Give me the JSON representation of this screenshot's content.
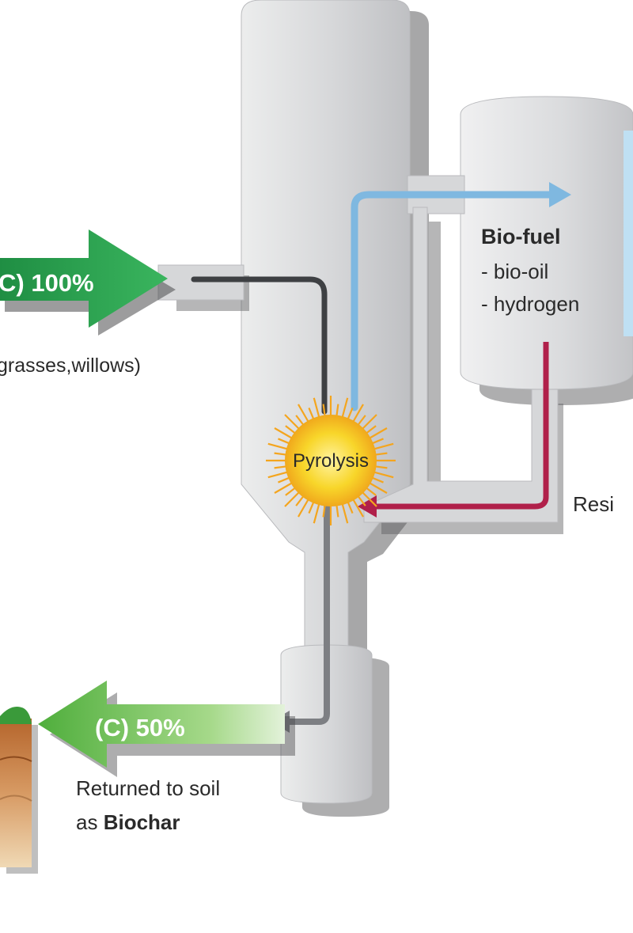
{
  "input_arrow": {
    "text": "C) 100%"
  },
  "input_caption": {
    "text": "grasses,willows)"
  },
  "reactor": {
    "label": "Pyrolysis"
  },
  "fuel_tank": {
    "title": "Bio-fuel",
    "items": [
      "- bio-oil",
      "- hydrogen"
    ]
  },
  "residue_label": {
    "text": "Resi"
  },
  "output_arrow": {
    "text": "(C) 50%"
  },
  "output_caption": {
    "line1": "Returned to soil",
    "line2_prefix": "as ",
    "line2_bold": "Biochar"
  },
  "colors": {
    "green_arrow": "#2aa34f",
    "light_green_arrow": "#8fcf6a",
    "blue_flow": "#7fb8e0",
    "red_flow": "#b0204a",
    "vessel_gray": "#d9dadc",
    "sun_yellow": "#f5c518"
  }
}
